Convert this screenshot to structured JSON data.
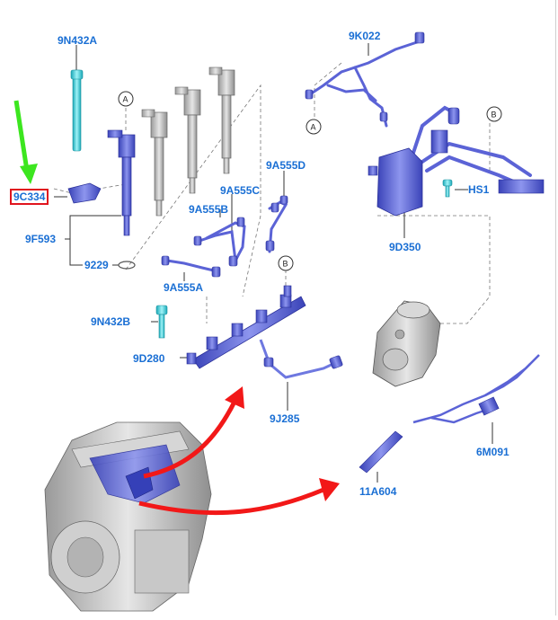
{
  "labels": {
    "l_9n432a": "9N432A",
    "l_9c334": "9C334",
    "l_9f593": "9F593",
    "l_9229": "9229",
    "l_9a555b": "9A555B",
    "l_9a555c": "9A555C",
    "l_9a555d": "9A555D",
    "l_9a555a": "9A555A",
    "l_9n432b": "9N432B",
    "l_9d280": "9D280",
    "l_9j285": "9J285",
    "l_9k022": "9K022",
    "l_hs1": "HS1",
    "l_9d350": "9D350",
    "l_6m091": "6M091",
    "l_11a604": "11A604"
  },
  "callouts": {
    "a": "A",
    "b": "B"
  },
  "colors": {
    "label_blue": "#1a6fd4",
    "part_blue": "#5b63d6",
    "part_cyan": "#35d4e0",
    "gray_part": "#bdbdbd",
    "arrow_red": "#f21818",
    "arrow_green": "#3ce61f",
    "highlight_box": "#e0141e"
  }
}
